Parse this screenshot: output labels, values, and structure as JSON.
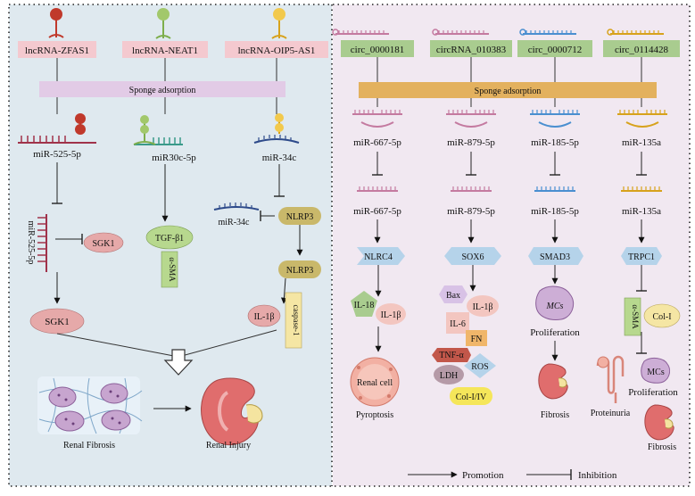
{
  "left": {
    "lncrnas": [
      "lncRNA-ZFAS1",
      "lncRNA-NEAT1",
      "lncRNA-OIP5-AS1"
    ],
    "sponge": "Sponge adsorption",
    "mirs": [
      "miR-525-5p",
      "miR30c-5p",
      "miR-34c"
    ],
    "mir525_vertical": "miR-525-5p",
    "sgk1": "SGK1",
    "sgk1_bottom": "SGK1",
    "tgfb1": "TGF-β1",
    "asma": "α-SMA",
    "mir34c_bound": "miR-34c",
    "nlrp3_top": "NLRP3",
    "nlrp3_bottom": "NLRP3",
    "il1b": "IL-1β",
    "caspase1": "caspase-1",
    "renal_fibrosis": "Renal Fibrosis",
    "renal_injury": "Renal Injury"
  },
  "right": {
    "circrnas": [
      "circ_0000181",
      "circRNA_010383",
      "circ_0000712",
      "circ_0114428"
    ],
    "sponge": "Sponge adsorption",
    "mirs_top": [
      "miR-667-5p",
      "miR-879-5p",
      "miR-185-5p",
      "miR-135a"
    ],
    "mirs_mid": [
      "miR-667-5p",
      "miR-879-5p",
      "miR-185-5p",
      "miR-135a"
    ],
    "col1": {
      "nlrc4": "NLRC4",
      "il18": "IL-18",
      "il1b": "IL-1β",
      "cell": "Renal cell",
      "pyroptosis": "Pyroptosis"
    },
    "col2": {
      "sox6": "SOX6",
      "bax": "Bax",
      "il1b": "IL-1β",
      "il6": "IL-6",
      "fn": "FN",
      "tnfa": "TNF-α",
      "ros": "ROS",
      "ldh": "LDH",
      "col": "Col-I/IV"
    },
    "col3": {
      "smad3": "SMAD3",
      "mcs": "MCs",
      "proliferation": "Proliferation",
      "fibrosis": "Fibrosis"
    },
    "col4": {
      "trpc1": "TRPC1",
      "asma": "α-SMA",
      "col1": "Col-I",
      "mcs": "MCs",
      "proliferation": "Proliferation",
      "proteinuria": "Proteinuria",
      "fibrosis": "Fibrosis"
    }
  },
  "legend": {
    "promotion": "Promotion",
    "inhibition": "Inhibition"
  },
  "colors": {
    "left_bg": "#dfe9ef",
    "right_bg": "#f1e8f1",
    "lnc_box": "#f4c9cf",
    "circ_box": "#a9cc8f",
    "sponge_left": "#e2cbe6",
    "sponge_right": "#e3b15e",
    "pink_node": "#e6a9a9",
    "green_node": "#b7d88e",
    "yellow_node": "#f5e6a4",
    "olive_node": "#c9b86a",
    "blue_node": "#b5d3ea",
    "purple_node": "#d8c2e6"
  }
}
